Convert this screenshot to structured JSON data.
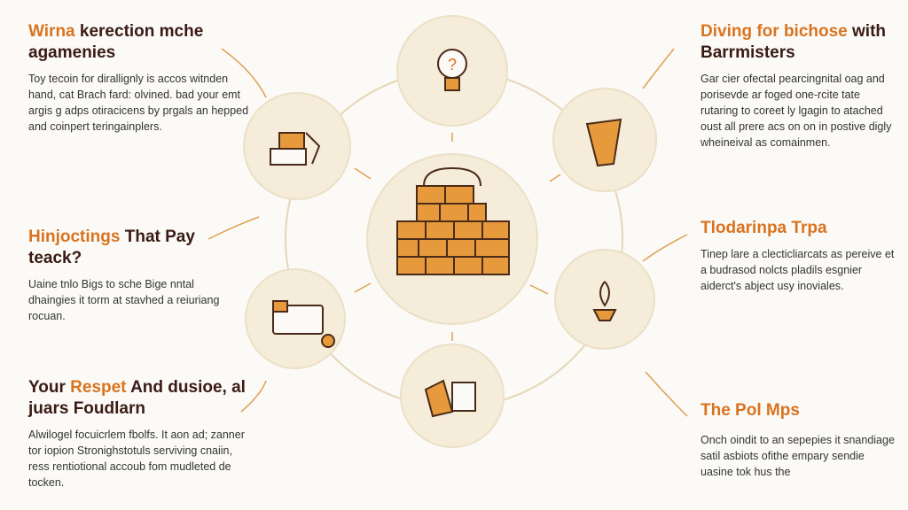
{
  "sections": [
    {
      "h_orange": "Wirna",
      "h_dark": " kerection mche agamenies",
      "body": "Toy tecoin for dirallignly is accos witnden hand, cat Brach fard: olvined. bad your emt argis g adps otiracicens by prgals an hepped and coinpert teringainplers.",
      "icon": "lightbulb-icon"
    },
    {
      "h_orange": "Diving for bichose",
      "h_dark": " with Barrmisters",
      "body": "Gar cier ofectal pearcingnital oag and porisevde ar foged one-rcite tate rutaring to coreet ly lgagin to atached oust all prere acs on on in postive digly wheineival as comainmen.",
      "icon": "cup-icon"
    },
    {
      "h_orange": "Hinjoctings",
      "h_dark": " That Pay teack?",
      "body": "Uaine tnlo Bigs to sche Bige nntal dhaingies it torm at stavhed a reiuriang rocuan.",
      "icon": "toolbox-icon"
    },
    {
      "h_orange": "Tlodarinpa Trpa",
      "h_dark": "",
      "body": "Tinep lare a clecticliarcats as pereive et a budrasod nolcts pladils esgnier aiderct's abject usy inoviales.",
      "icon": "flame-icon"
    },
    {
      "h_dark_pre": "Your ",
      "h_orange": "Respet",
      "h_dark": " And dusioe, al juars Foudlarn",
      "body": "Alwilogel focuicrlem fbolfs. It aon ad; zanner tor iopion Stronighstotuls serviving cnaiin, ress rentiotional accoub fom mudleted de tocken.",
      "icon": "card-icon"
    },
    {
      "h_orange": "The Pol Mps",
      "h_dark": "",
      "body": "Onch oindit to an sepepies it snandiage satil asbiots ofithe empary sendie uasine tok hus the",
      "icon": "plug-icon"
    }
  ],
  "colors": {
    "accent": "#d9731f",
    "dark": "#3a1a14",
    "circle": "#f5ecd9",
    "ring": "#e6d6b5"
  }
}
